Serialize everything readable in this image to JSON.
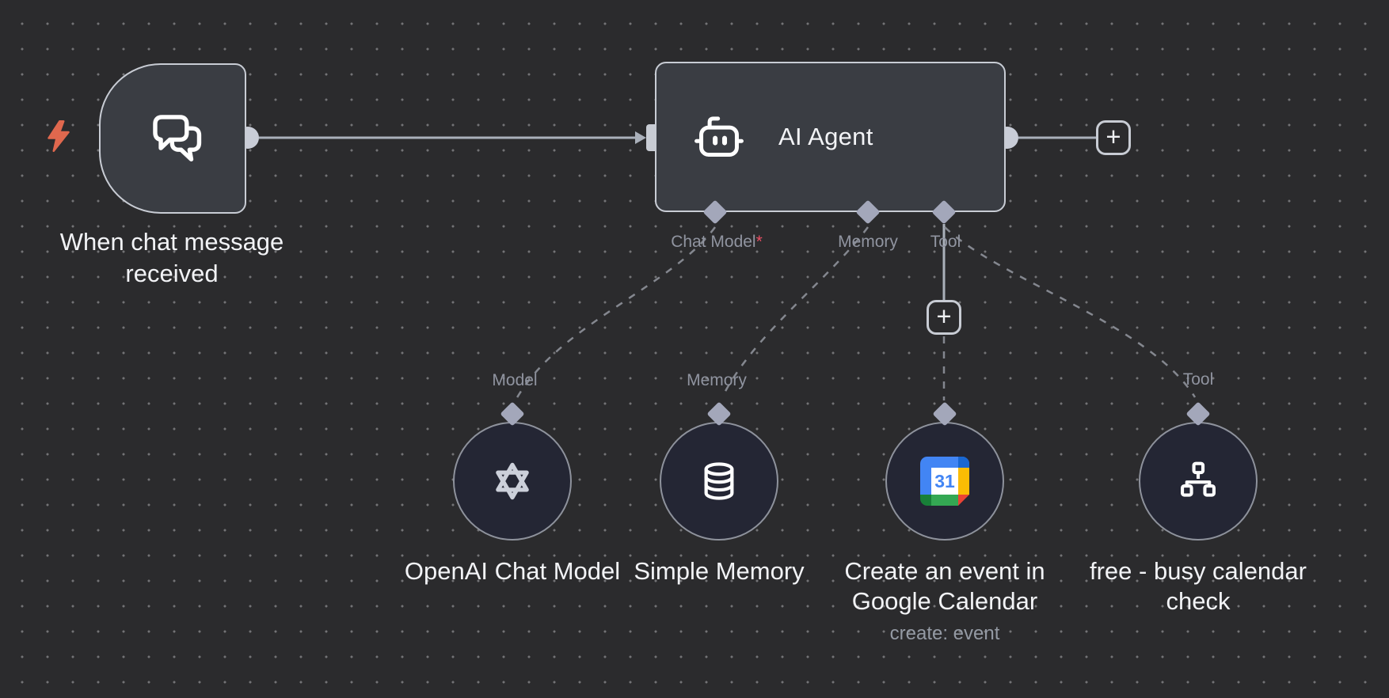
{
  "workflow": {
    "trigger": {
      "label": [
        "When chat message",
        "received"
      ]
    },
    "agent": {
      "title": "AI Agent",
      "required_marker": "*",
      "ports": [
        "Chat Model",
        "Memory",
        "Tool"
      ]
    },
    "sub_port_labels": {
      "model": "Model",
      "memory": "Memory",
      "tool": "Tool"
    },
    "subnodes": [
      {
        "lines": [
          "OpenAI Chat Model"
        ]
      },
      {
        "lines": [
          "Simple Memory"
        ]
      },
      {
        "lines": [
          "Create an event in",
          "Google Calendar"
        ],
        "subtitle": "create: event"
      },
      {
        "lines": [
          "free - busy calendar",
          "check"
        ]
      }
    ],
    "calendar_icon_text": "31",
    "plus": "+"
  },
  "colors": {
    "bg": "#2b2b2d",
    "dot": "#737376",
    "node-fill": "#3a3d43",
    "node-border": "#c8ccd4",
    "circle-fill": "#242634",
    "circle-border": "#8e929c",
    "line": "#aab0ba",
    "dash": "#84878f",
    "diamond": "#a3a7ba",
    "endpoint": "#c9cdd7",
    "text": "#f2f3f6",
    "muted": "#9094a0",
    "subtitle": "#949aa4",
    "red": "#ea4e63",
    "bolt": "#e0684e",
    "gcal-blue": "#4285f4",
    "gcal-darkblue": "#1967d2",
    "gcal-yellow": "#fbbc04",
    "gcal-green": "#34a853",
    "gcal-darkgreen": "#188038",
    "gcal-red": "#ea4335"
  }
}
